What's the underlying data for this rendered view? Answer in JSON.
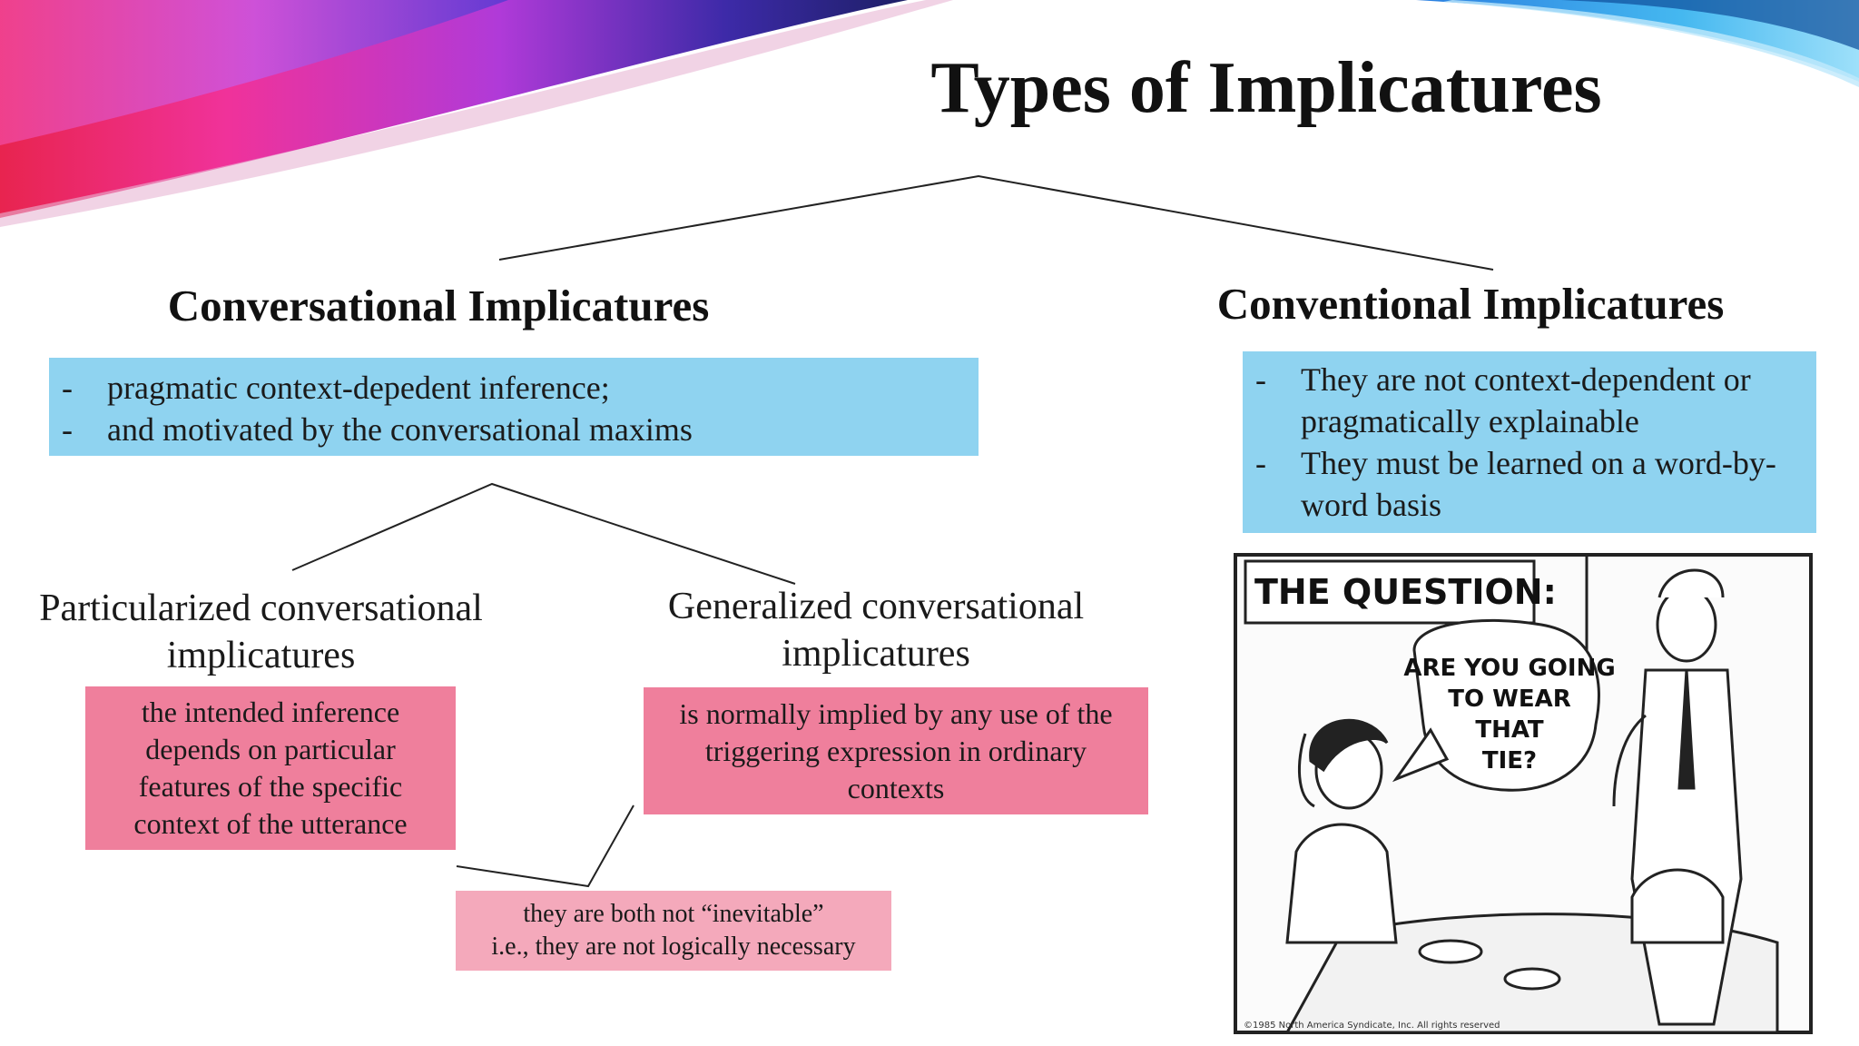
{
  "slide": {
    "title": "Types of Implicatures"
  },
  "conversational": {
    "heading": "Conversational Implicatures",
    "points": [
      "pragmatic context-depedent inference;",
      "and motivated by the conversational maxims"
    ],
    "bullet_marker": "-"
  },
  "conventional": {
    "heading": "Conventional Implicatures",
    "points": [
      "They are not context-dependent or pragmatically explainable",
      "They must be learned on a word-by-word basis"
    ],
    "bullet_marker": "-"
  },
  "particularized": {
    "heading": "Particularized conversational implicatures",
    "description": "the intended inference depends on particular features of the specific context of the utterance"
  },
  "generalized": {
    "heading": "Generalized conversational implicatures",
    "description": "is normally implied by any use of the triggering expression in ordinary contexts"
  },
  "shared_note": {
    "line1": "they are both not “inevitable”",
    "line2": "i.e., they are not logically necessary"
  },
  "cartoon": {
    "caption": "THE QUESTION:",
    "speech_lines": [
      "ARE YOU GOING",
      "TO WEAR",
      "THAT",
      "TIE?"
    ],
    "copyright": "©1985 North America Syndicate, Inc. All rights reserved"
  },
  "colors": {
    "info_box_blue": "#8fd3f0",
    "definition_box_pink": "#ef7f9c",
    "note_box_light_pink": "#f4a9bb",
    "connector_line": "#222222"
  }
}
